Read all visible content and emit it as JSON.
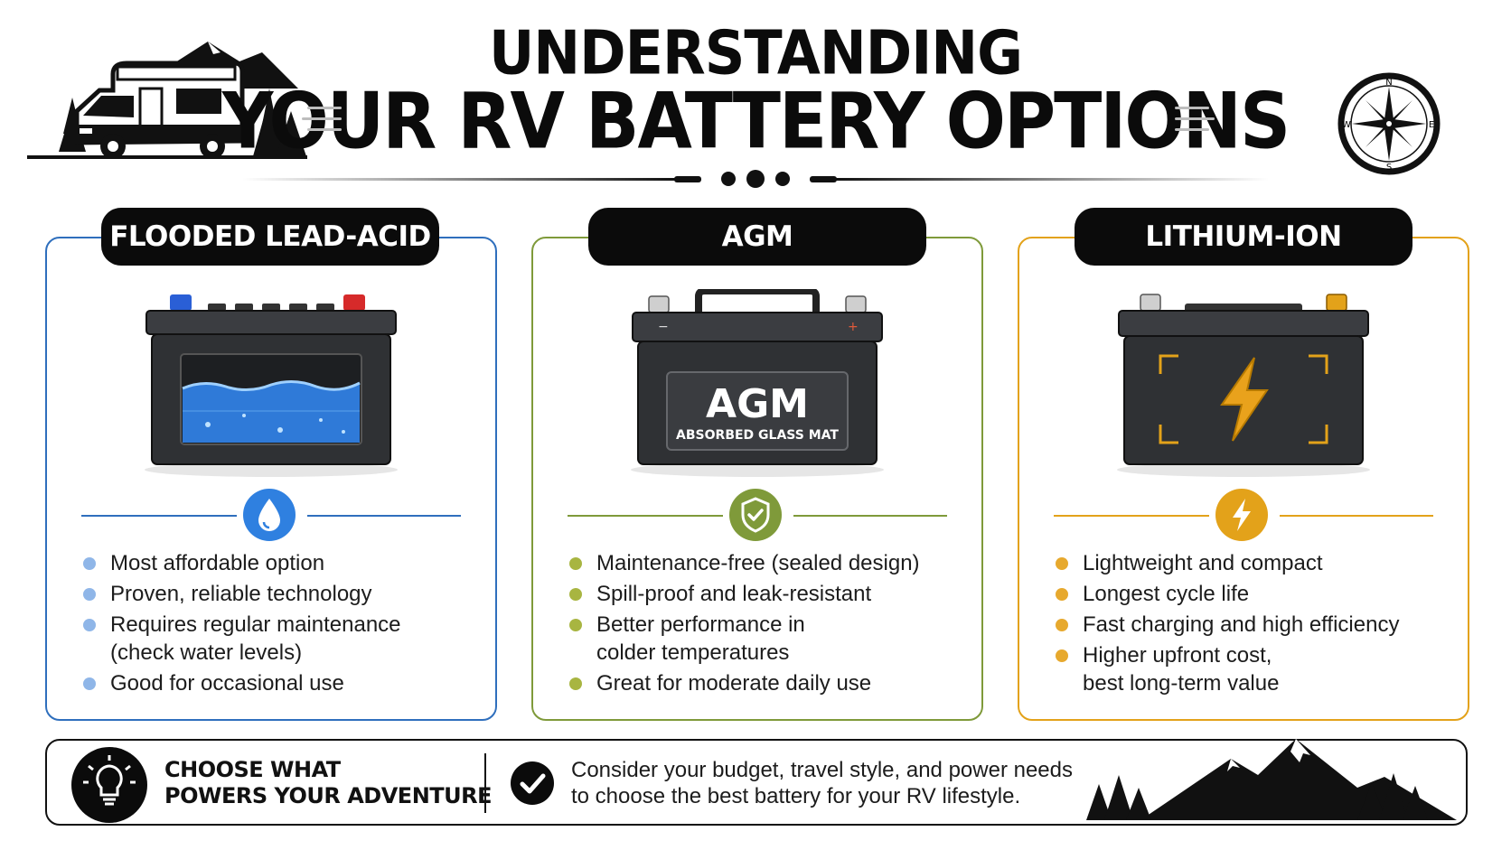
{
  "header": {
    "title_line1": "UNDERSTANDING",
    "title_line2": "YOUR RV BATTERY OPTIONS",
    "compass_letters": {
      "north": "N",
      "south": "S",
      "east": "E",
      "west": "W"
    }
  },
  "cards": [
    {
      "label": "FLOODED LEAD-ACID",
      "accent": "#2f6fbd",
      "icon": "water-drop-icon",
      "bullets": [
        {
          "text": "Most affordable option"
        },
        {
          "text": "Proven, reliable technology"
        },
        {
          "text": "Requires regular maintenance",
          "sub": "(check water levels)"
        },
        {
          "text": "Good for occasional use"
        }
      ]
    },
    {
      "label": "AGM",
      "accent": "#7f9a3a",
      "icon": "shield-check-icon",
      "battery_title": "AGM",
      "battery_subtitle": "ABSORBED GLASS MAT",
      "bullets": [
        {
          "text": "Maintenance-free (sealed design)"
        },
        {
          "text": "Spill-proof and leak-resistant"
        },
        {
          "text": "Better performance in",
          "sub": "colder temperatures"
        },
        {
          "text": "Great for moderate daily use"
        }
      ]
    },
    {
      "label": "LITHIUM-ION",
      "accent": "#e3a21a",
      "icon": "lightning-bolt-icon",
      "bullets": [
        {
          "text": "Lightweight and compact"
        },
        {
          "text": "Longest cycle life"
        },
        {
          "text": "Fast charging and high efficiency"
        },
        {
          "text": "Higher upfront cost,",
          "sub": "best long-term value"
        }
      ]
    }
  ],
  "footer": {
    "cta_line1": "CHOOSE WHAT",
    "cta_line2": "POWERS YOUR ADVENTURE",
    "note_line1": "Consider your budget, travel style, and power needs",
    "note_line2": "to choose the best battery for your RV lifestyle."
  },
  "colors": {
    "flooded_accent": "#2f6fbd",
    "flooded_dot": "#8fb6e8",
    "agm_accent": "#7f9a3a",
    "agm_dot": "#a8b541",
    "lithium_accent": "#e3a21a",
    "lithium_dot": "#e7a92e",
    "dark": "#0b0b0b"
  }
}
